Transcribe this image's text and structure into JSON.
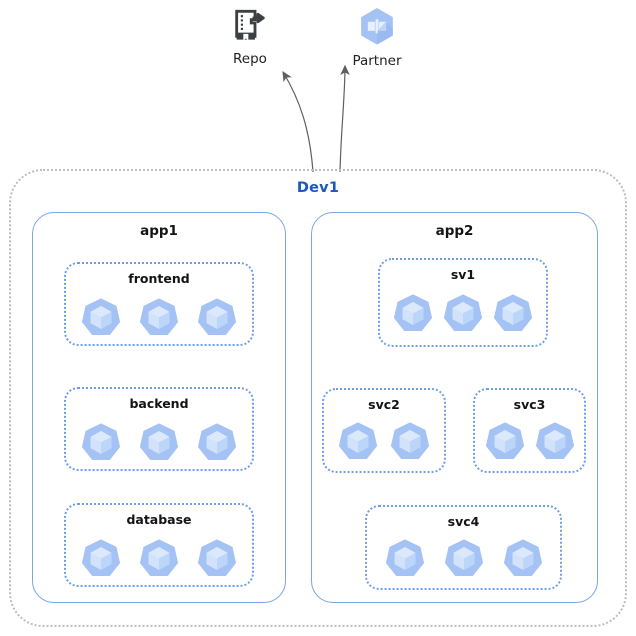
{
  "diagram": {
    "title": "Dev1",
    "external_nodes": [
      {
        "id": "repo",
        "label": "Repo",
        "icon": "repo-icon"
      },
      {
        "id": "partner",
        "label": "Partner",
        "icon": "partner-hexagon-icon"
      }
    ],
    "cluster": {
      "label": "Dev1",
      "label_color": "#1a56c4",
      "border_color": "#bdbdbd",
      "border_style": "dotted"
    },
    "apps": [
      {
        "id": "app1",
        "label": "app1",
        "border_color": "#7aa5e8",
        "services": [
          {
            "id": "frontend",
            "label": "frontend",
            "pods": 3
          },
          {
            "id": "backend",
            "label": "backend",
            "pods": 3
          },
          {
            "id": "database",
            "label": "database",
            "pods": 3
          }
        ]
      },
      {
        "id": "app2",
        "label": "app2",
        "border_color": "#7aa5e8",
        "services": [
          {
            "id": "sv1",
            "label": "sv1",
            "pods": 3
          },
          {
            "id": "svc2",
            "label": "svc2",
            "pods": 2
          },
          {
            "id": "svc3",
            "label": "svc3",
            "pods": 2
          },
          {
            "id": "svc4",
            "label": "svc4",
            "pods": 3
          }
        ]
      }
    ],
    "edges": [
      {
        "from": "frontend",
        "to": "backend",
        "style": "straight"
      },
      {
        "from": "backend",
        "to": "database",
        "style": "straight"
      },
      {
        "from": "sv1",
        "to": "svc2",
        "style": "orthogonal"
      },
      {
        "from": "sv1",
        "to": "svc3",
        "style": "orthogonal"
      },
      {
        "from": "svc2",
        "to": "svc4",
        "style": "orthogonal"
      },
      {
        "from": "cluster",
        "to": "repo",
        "style": "curved"
      },
      {
        "from": "cluster",
        "to": "partner",
        "style": "curved"
      }
    ],
    "colors": {
      "pod_fill": "#a4c2f4",
      "pod_cube": "#c9ddfb",
      "arrow": "#666666",
      "service_border": "#6d9eeb",
      "app_border": "#7aa5e8"
    }
  }
}
